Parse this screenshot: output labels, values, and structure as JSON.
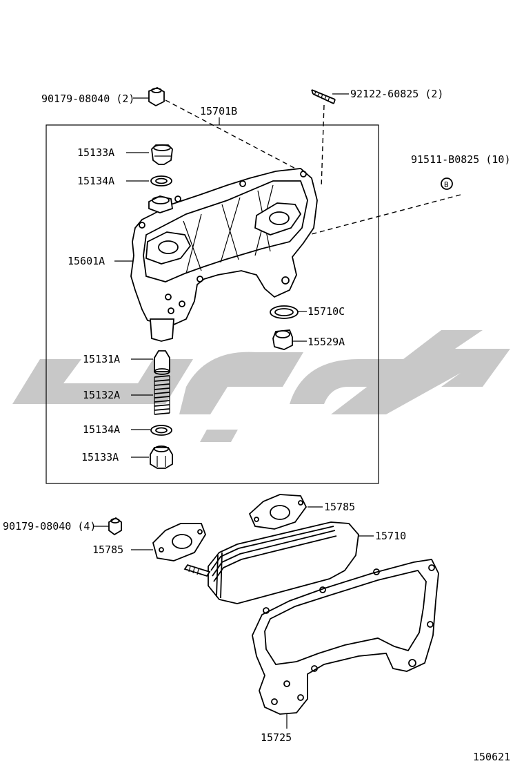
{
  "diagram": {
    "watermark_text": "کیوپ",
    "figure_number": "150621",
    "labels": {
      "bolt_top": "90179-08040 (2)",
      "stud": "92122-60825 (2)",
      "bracket": "15701B",
      "bolt_right": "91511-B0825 (10)",
      "plug_top": "15133A",
      "gasket_top": "15134A",
      "cover": "15601A",
      "oring": "15710C",
      "plug_side": "15529A",
      "valve": "15131A",
      "spring": "15132A",
      "gasket_bottom": "15134A",
      "plug_bottom": "15133A",
      "bolt_lower": "90179-08040 (4)",
      "gasket_left": "15785",
      "gasket_right": "15785",
      "cooler": "15710",
      "cooler_gasket": "15725"
    }
  }
}
